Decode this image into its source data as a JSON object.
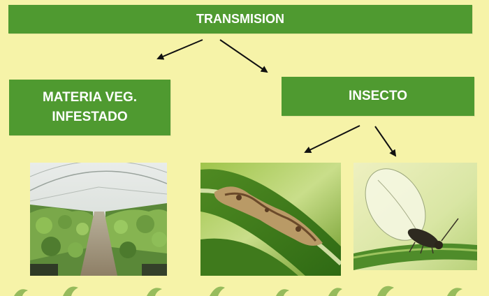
{
  "diagram": {
    "root": {
      "label": "TRANSMISION"
    },
    "children": [
      {
        "label_lines": [
          "MATERIA VEG.",
          "INFESTADO"
        ]
      },
      {
        "label": "INSECTO"
      }
    ]
  },
  "photos": [
    "greenhouse-photo",
    "leaf-damage-photo",
    "insect-on-stem-photo"
  ],
  "colors": {
    "background": "#f6f3a8",
    "box_fill": "#4f9a30",
    "box_text": "#ffffff",
    "arrow": "#111111"
  }
}
